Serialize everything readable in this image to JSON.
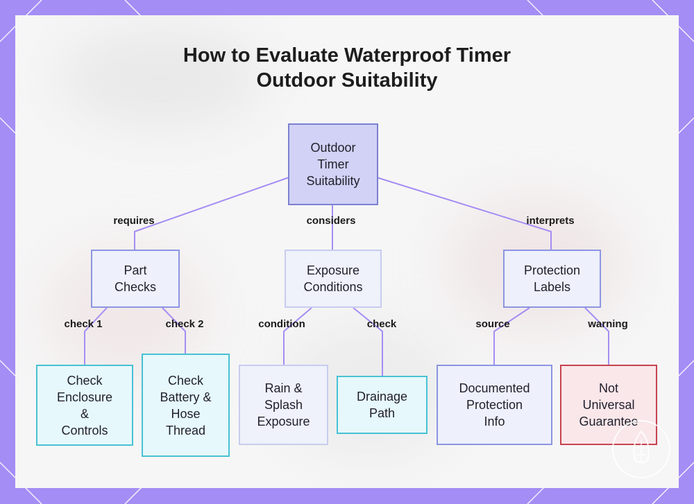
{
  "title": {
    "line1": "How to Evaluate Waterproof Timer",
    "line2": "Outdoor Suitability"
  },
  "nodes": {
    "root": {
      "l1": "Outdoor",
      "l2": "Timer",
      "l3": "Suitability"
    },
    "part": {
      "l1": "Part",
      "l2": "Checks"
    },
    "exposure": {
      "l1": "Exposure",
      "l2": "Conditions"
    },
    "protection": {
      "l1": "Protection",
      "l2": "Labels"
    },
    "enclosure": {
      "l1": "Check",
      "l2": "Enclosure",
      "l3": "&",
      "l4": "Controls"
    },
    "battery": {
      "l1": "Check",
      "l2": "Battery &",
      "l3": "Hose",
      "l4": "Thread"
    },
    "rain": {
      "l1": "Rain &",
      "l2": "Splash",
      "l3": "Exposure"
    },
    "drainage": {
      "l1": "Drainage",
      "l2": "Path"
    },
    "documented": {
      "l1": "Documented",
      "l2": "Protection",
      "l3": "Info"
    },
    "guarantee": {
      "l1": "Not",
      "l2": "Universal",
      "l3": "Guarantee"
    }
  },
  "edges": {
    "requires": "requires",
    "considers": "considers",
    "interprets": "interprets",
    "check1": "check 1",
    "check2": "check 2",
    "condition": "condition",
    "check": "check",
    "source": "source",
    "warning": "warning"
  },
  "colors": {
    "frame": "#a48df4",
    "connector": "#a48df4",
    "root_fill": "#d2d2f6",
    "cyan_border": "#47c1d3",
    "red_border": "#c8414f"
  }
}
